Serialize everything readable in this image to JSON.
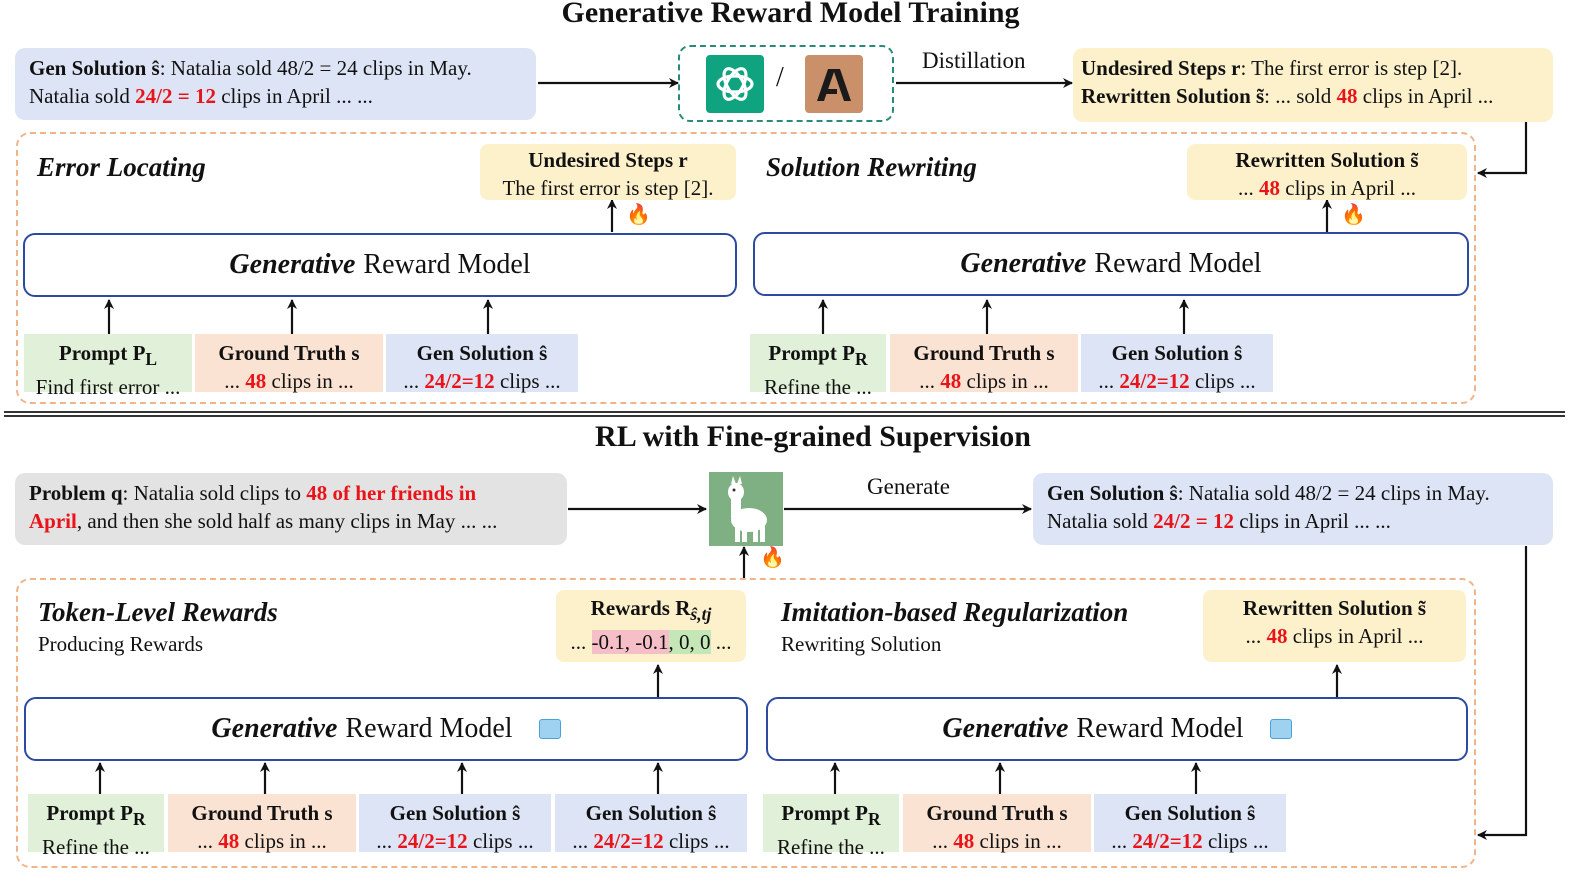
{
  "top": {
    "title": "Generative Reward Model Training",
    "gen_solution": {
      "head": "Gen Solution ŝ",
      "line1_tail": ": Natalia sold 48/2 = 24 clips in May.",
      "line2_pre": "Natalia sold ",
      "line2_red": "24/2 = 12",
      "line2_post": " clips in April ... ..."
    },
    "distill_label": "Distillation",
    "slash": "/",
    "distilled": {
      "l1_head": "Undesired Steps r",
      "l1_tail": ": The first error is step [2].",
      "l2_head": "Rewritten Solution s̃",
      "l2_pre": ": ... sold ",
      "l2_red": "48",
      "l2_post": " clips in April ..."
    },
    "error_locating": {
      "heading": "Error Locating",
      "output": {
        "head": "Undesired Steps r",
        "text": "The first error is step [2]."
      },
      "model": {
        "italic": "Generative",
        "rest": "Reward Model"
      },
      "inputs": [
        {
          "head": "Prompt P",
          "sub": "L",
          "pre": "Find first error ...",
          "red": "",
          "post": ""
        },
        {
          "head": "Ground Truth s",
          "sub": "",
          "pre": "... ",
          "red": "48",
          "post": " clips in ..."
        },
        {
          "head": "Gen Solution ŝ",
          "sub": "",
          "pre": "... ",
          "red": "24/2=12",
          "post": " clips ..."
        }
      ]
    },
    "solution_rewriting": {
      "heading": "Solution Rewriting",
      "output": {
        "head": "Rewritten Solution s̃",
        "pre": "... ",
        "red": "48",
        "post": " clips in April ..."
      },
      "model": {
        "italic": "Generative",
        "rest": "Reward Model"
      },
      "inputs": [
        {
          "head": "Prompt P",
          "sub": "R",
          "pre": "Refine the ...",
          "red": "",
          "post": ""
        },
        {
          "head": "Ground Truth s",
          "sub": "",
          "pre": "... ",
          "red": "48",
          "post": " clips in ..."
        },
        {
          "head": "Gen Solution ŝ",
          "sub": "",
          "pre": "... ",
          "red": "24/2=12",
          "post": " clips ..."
        }
      ]
    }
  },
  "bottom": {
    "title": "RL with Fine-grained Supervision",
    "problem": {
      "head": "Problem q",
      "l1_pre": ": Natalia sold clips to ",
      "l1_red": "48 of her friends in",
      "l2_red": "April",
      "l2_post": ", and then she sold half as many clips in May ... ..."
    },
    "generate_label": "Generate",
    "gen_solution": {
      "head": "Gen Solution ŝ",
      "line1_tail": ": Natalia sold 48/2 = 24 clips in May.",
      "line2_pre": "Natalia sold ",
      "line2_red": "24/2 = 12",
      "line2_post": " clips in April ... ..."
    },
    "token_rewards": {
      "heading": "Token-Level Rewards",
      "subheading": "Producing Rewards",
      "output": {
        "head": "Rewards R",
        "sub": "ŝ,tj",
        "pre": "... ",
        "neg": "-0.1, -0.1",
        "zero": ", 0, 0",
        "post": " ..."
      },
      "model": {
        "italic": "Generative",
        "rest": "Reward Model"
      },
      "inputs": [
        {
          "head": "Prompt P",
          "sub": "R",
          "pre": "Refine the ...",
          "red": "",
          "post": ""
        },
        {
          "head": "Ground Truth s",
          "sub": "",
          "pre": "... ",
          "red": "48",
          "post": " clips in ..."
        },
        {
          "head": "Gen Solution ŝ",
          "sub": "",
          "pre": "... ",
          "red": "24/2=12",
          "post": " clips ..."
        },
        {
          "head": "Gen Solution ŝ",
          "sub": "",
          "pre": "... ",
          "red": "24/2=12",
          "post": " clips ..."
        }
      ]
    },
    "imitation": {
      "heading": "Imitation-based Regularization",
      "subheading": "Rewriting Solution",
      "output": {
        "head": "Rewritten Solution s̃",
        "pre": "... ",
        "red": "48",
        "post": " clips in April ..."
      },
      "model": {
        "italic": "Generative",
        "rest": "Reward Model"
      },
      "inputs": [
        {
          "head": "Prompt P",
          "sub": "R",
          "pre": "Refine the ...",
          "red": "",
          "post": ""
        },
        {
          "head": "Ground Truth s",
          "sub": "",
          "pre": "... ",
          "red": "48",
          "post": " clips in ..."
        },
        {
          "head": "Gen Solution ŝ",
          "sub": "",
          "pre": "... ",
          "red": "24/2=12",
          "post": " clips ..."
        }
      ]
    }
  },
  "colors": {
    "red": "#e8141a",
    "blue_fill": "#dde4f5",
    "yellow_fill": "#fdf1cc",
    "green_fill": "#e1f0d8",
    "orange_fill": "#fbe3d3",
    "model_border": "#2e4aa0",
    "dash_orange": "#f0b48a",
    "dash_teal": "#2a8a7a"
  },
  "icons": [
    "openai-logo-icon",
    "anthropic-logo-icon",
    "llama-icon",
    "fire-icon",
    "ice-cube-icon"
  ]
}
